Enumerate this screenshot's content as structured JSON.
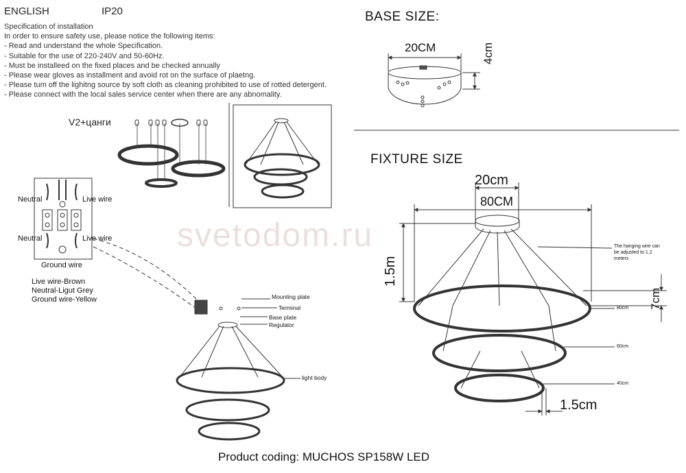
{
  "header": {
    "language": "ENGLISH",
    "ip_rating": "IP20"
  },
  "spec": {
    "title": "Specification of installation",
    "intro": "In order to ensure safety use, please notice the following items:",
    "items": [
      "- Read and understand the whole Specification.",
      "- Suitable for the use of 220-240V and 50-60Hz.",
      "- Must be installeed on the fixed places and be checked annually",
      "- Please wear gloves as installment and avoid rot on the surface of plaetng.",
      "- Please tum off the lighitng source by soft cloth as cleaning prohibited to use of rotted detergent.",
      "- Please connect with the local sales service center when there are any abnomality."
    ]
  },
  "base": {
    "title": "BASE SIZE:",
    "width": "20CM",
    "height": "4cm"
  },
  "fixture": {
    "title": "FIXTURE SIZE",
    "top_width": "20cm",
    "overall_width": "80CM",
    "hang_length": "1.5m",
    "ring_height": "7cm",
    "ring_thickness": "1.5cm",
    "note": [
      "The hanging wire can",
      "be adjusted to 1.2",
      "meters"
    ],
    "rings": [
      "80cm",
      "60cm",
      "40cm"
    ]
  },
  "variant_label": "V2+цанги",
  "wiring": {
    "neutral_1": "Neutral",
    "live_1": "Live wire",
    "neutral_2": "Neutral",
    "live_2": "Live wire",
    "ground": "Ground wire",
    "legend": [
      "Live wire-Brown",
      "Neutral-Ligut Grey",
      "Ground wire-Yellow"
    ]
  },
  "install": {
    "mounting_plate": "Mounting plate",
    "terminal": "Terminal",
    "base_plate": "Base plate",
    "regulator": "Regulator",
    "light_body": "light body"
  },
  "watermark": "svetodom.ru",
  "product_coding": "Product coding: MUCHOS SP158W LED"
}
